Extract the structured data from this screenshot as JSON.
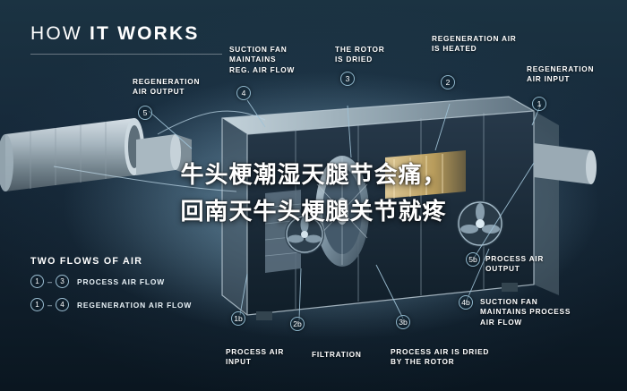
{
  "header": {
    "title_plain": "HOW",
    "title_bold": "IT WORKS",
    "title_full": "HOW IT WORKS"
  },
  "callouts": [
    {
      "id": "1",
      "label": "REGENERATION\nAIR INPUT"
    },
    {
      "id": "2",
      "label": "REGENERATION AIR\nIS HEATED"
    },
    {
      "id": "3",
      "label": "THE ROTOR\nIS DRIED"
    },
    {
      "id": "4",
      "label": "SUCTION FAN\nMAINTAINS\nREG. AIR FLOW"
    },
    {
      "id": "5",
      "label": "REGENERATION\nAIR OUTPUT"
    },
    {
      "id": "1b",
      "label": "PROCESS AIR\nINPUT"
    },
    {
      "id": "2b",
      "label": "FILTRATION"
    },
    {
      "id": "3b",
      "label": "PROCESS AIR IS DRIED\nBY THE ROTOR"
    },
    {
      "id": "4b",
      "label": "SUCTION FAN\nMAINTAINS PROCESS\nAIR FLOW"
    },
    {
      "id": "5b",
      "label": "PROCESS AIR\nOUTPUT"
    }
  ],
  "legend": {
    "title": "TWO FLOWS OF AIR",
    "rows": [
      {
        "from": "1",
        "to": "3",
        "dash": "–",
        "label": "PROCESS AIR FLOW"
      },
      {
        "from": "1",
        "to": "4",
        "dash": "–",
        "label": "REGENERATION AIR FLOW"
      }
    ]
  },
  "watermark": {
    "line1": "牛头梗潮湿天腿节会痛，",
    "line2": "回南天牛头梗腿关节就疼"
  },
  "colors": {
    "background_top": "#1b3342",
    "background_bottom": "#0a1620",
    "accent_line": "#8fb7cc",
    "text": "#ffffff",
    "duct_metal": "#b9c8d0",
    "glow": "#78a0be"
  }
}
